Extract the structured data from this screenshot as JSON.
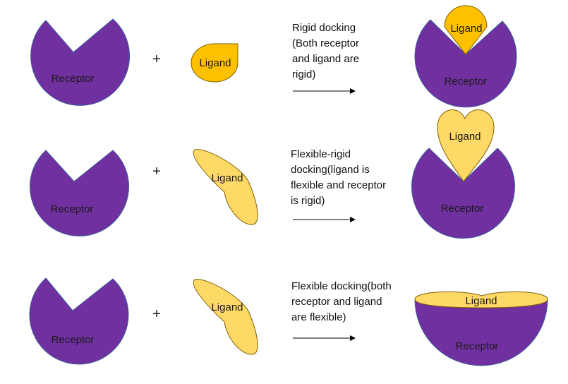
{
  "colors": {
    "receptor": "#7030a0",
    "receptor_stroke": "#3b5a9a",
    "ligand_rigid": "#ffc000",
    "ligand_flexible": "#ffd966",
    "ligand_stroke": "#7f6000"
  },
  "receptor_label": "Receptor",
  "ligand_label": "Ligand",
  "plus_sign": "+",
  "rows": [
    {
      "description": [
        "Rigid docking",
        "(Both receptor",
        "and ligand are",
        "rigid)"
      ]
    },
    {
      "description": [
        "Flexible-rigid",
        "docking(ligand is",
        "flexible  and receptor",
        "is rigid)"
      ]
    },
    {
      "description": [
        "Flexible docking(both",
        "receptor and ligand",
        "are flexible)"
      ]
    }
  ]
}
